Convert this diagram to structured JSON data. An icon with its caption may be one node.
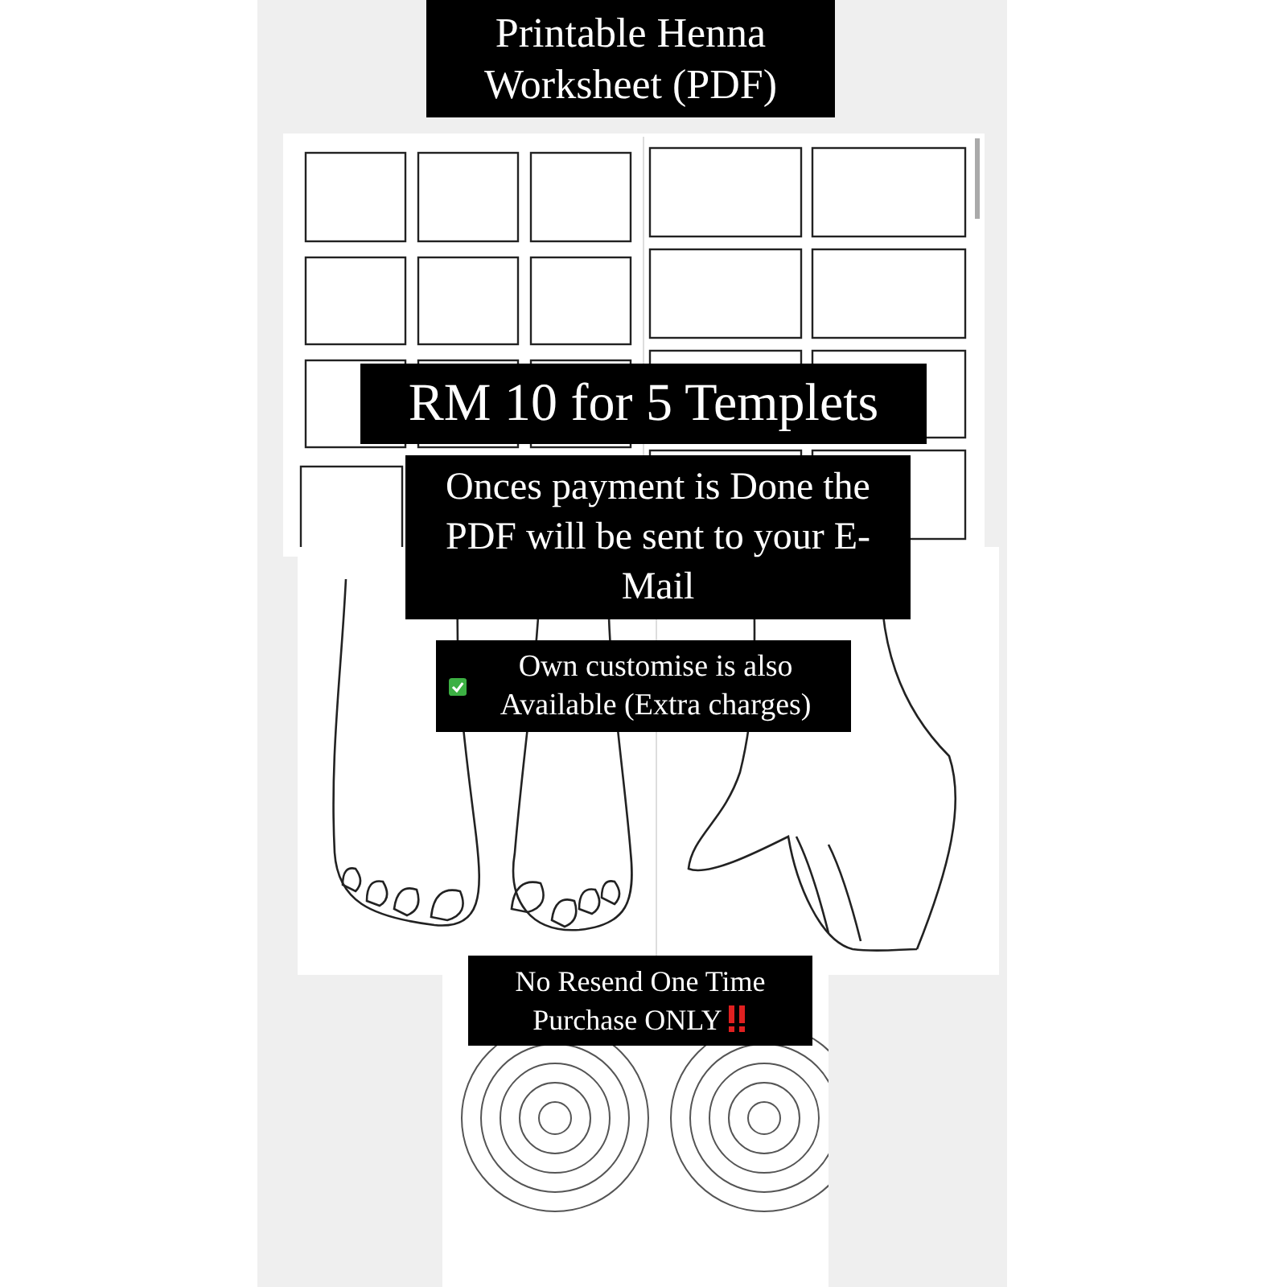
{
  "diagram": {
    "nodes": [
      {
        "text": [
          "Printable Henna Worksheet (PDF)"
        ]
      },
      {
        "text": [
          "RM 10 for 5 Templets"
        ]
      },
      {
        "text": [
          "Onces payment is Done the PDF will be sent to your E-Mail"
        ]
      },
      {
        "text": [
          "Own customise is also Available (Extra charges)"
        ]
      },
      {
        "text": [
          "No Resend One Time Purchase ONLY"
        ]
      }
    ]
  }
}
